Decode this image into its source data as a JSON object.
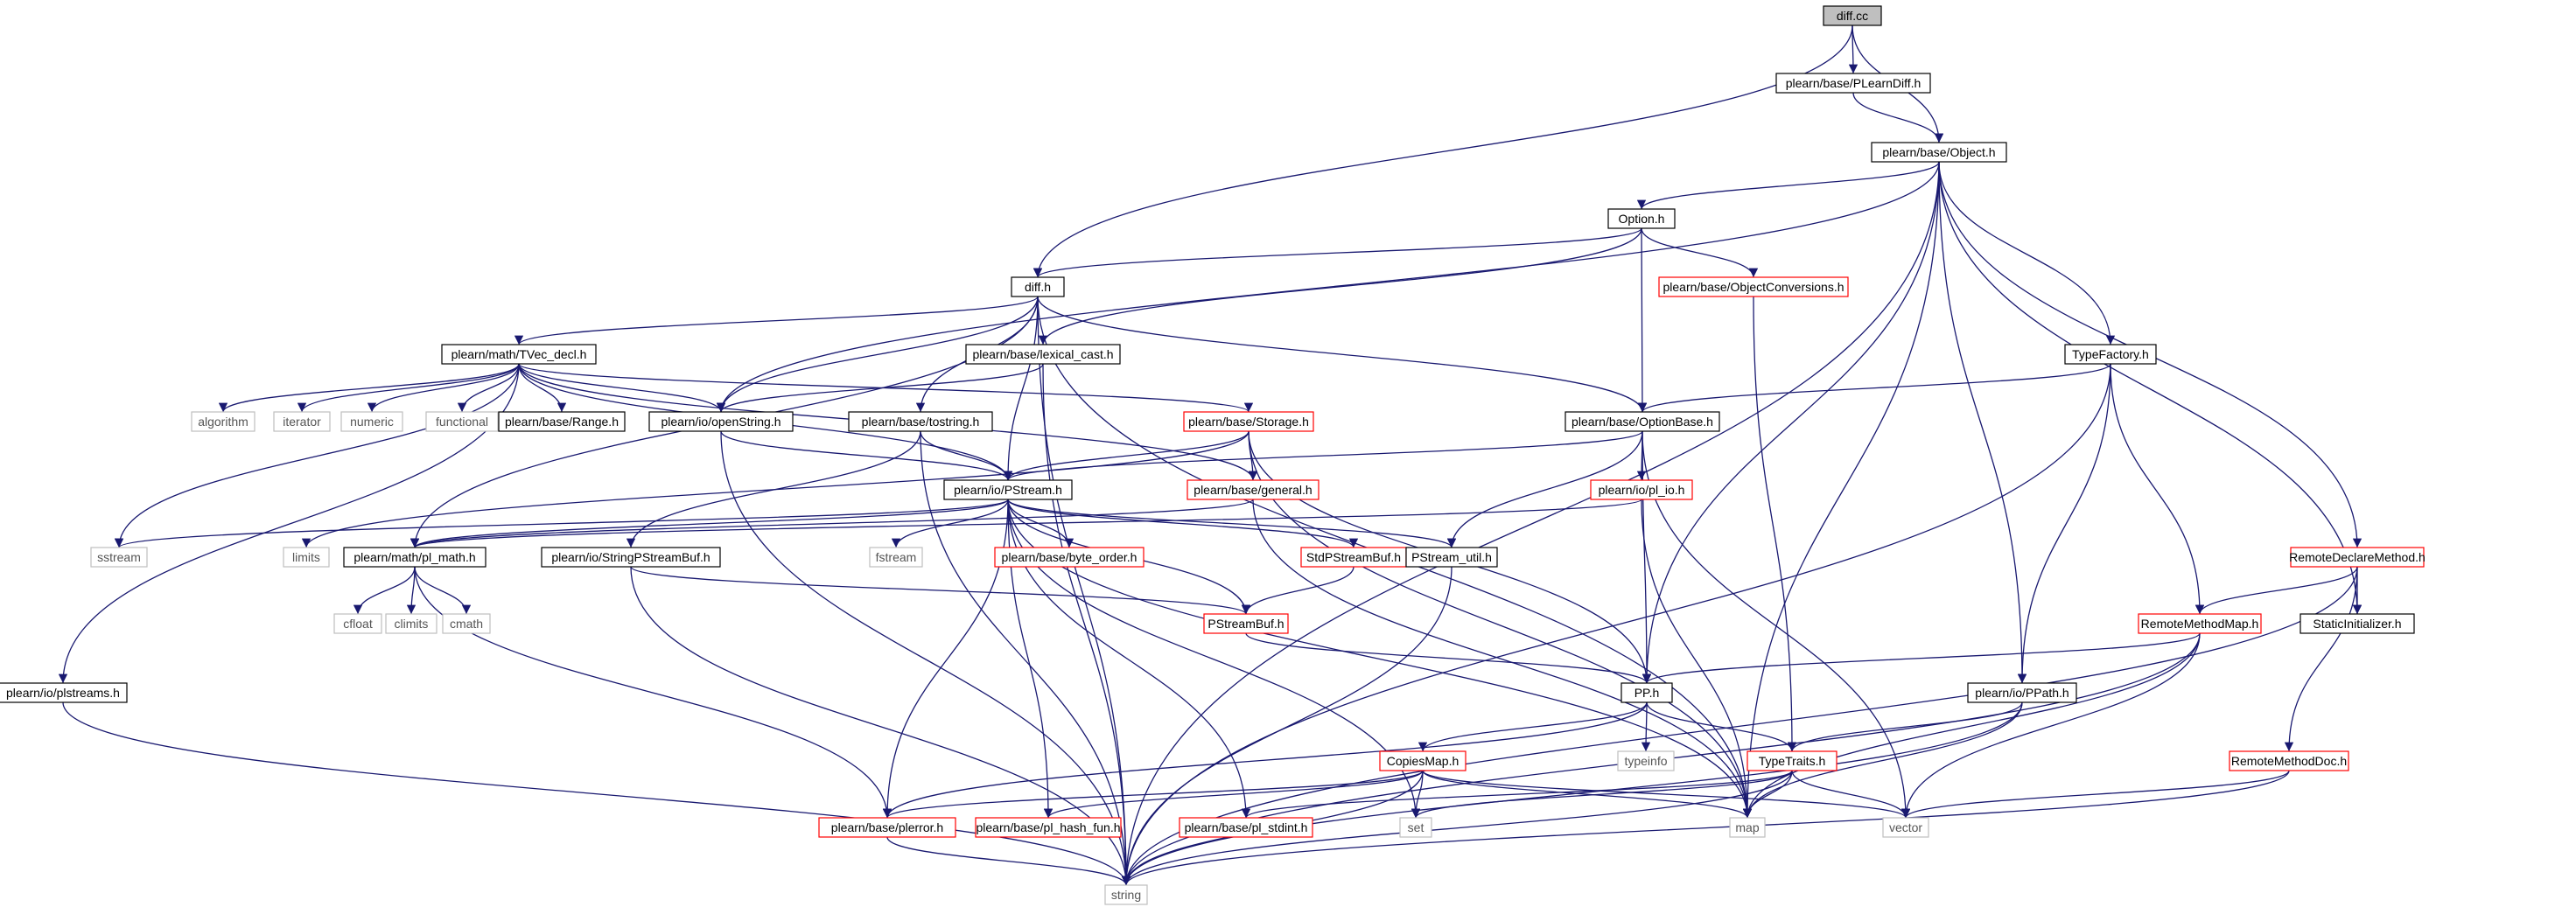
{
  "colors": {
    "edge": "#191970",
    "border_normal": "#000000",
    "border_truncated": "#ff0000",
    "border_system": "#bfbfbf",
    "text_normal": "#000000",
    "text_system": "#555555",
    "fill_root": "#bfbfbf",
    "fill_default": "#ffffff"
  },
  "nodes": [
    {
      "id": "diff_cc",
      "label": "diff.cc",
      "style": "root"
    },
    {
      "id": "plearndiff_h",
      "label": "plearn/base/PLearnDiff.h",
      "style": "normal"
    },
    {
      "id": "object_h",
      "label": "plearn/base/Object.h",
      "style": "normal"
    },
    {
      "id": "option_h",
      "label": "Option.h",
      "style": "normal"
    },
    {
      "id": "objconv_h",
      "label": "plearn/base/ObjectConversions.h",
      "style": "truncated"
    },
    {
      "id": "diff_h",
      "label": "diff.h",
      "style": "normal"
    },
    {
      "id": "tvecdecl_h",
      "label": "plearn/math/TVec_decl.h",
      "style": "normal"
    },
    {
      "id": "lexcast_h",
      "label": "plearn/base/lexical_cast.h",
      "style": "normal"
    },
    {
      "id": "typefactory_h",
      "label": "TypeFactory.h",
      "style": "normal"
    },
    {
      "id": "algorithm",
      "label": "algorithm",
      "style": "system"
    },
    {
      "id": "iterator",
      "label": "iterator",
      "style": "system"
    },
    {
      "id": "numeric",
      "label": "numeric",
      "style": "system"
    },
    {
      "id": "functional",
      "label": "functional",
      "style": "system"
    },
    {
      "id": "range_h",
      "label": "plearn/base/Range.h",
      "style": "normal"
    },
    {
      "id": "openstring_h",
      "label": "plearn/io/openString.h",
      "style": "normal"
    },
    {
      "id": "tostring_h",
      "label": "plearn/base/tostring.h",
      "style": "normal"
    },
    {
      "id": "storage_h",
      "label": "plearn/base/Storage.h",
      "style": "truncated"
    },
    {
      "id": "optionbase_h",
      "label": "plearn/base/OptionBase.h",
      "style": "normal"
    },
    {
      "id": "pstream_h",
      "label": "plearn/io/PStream.h",
      "style": "normal"
    },
    {
      "id": "general_h",
      "label": "plearn/base/general.h",
      "style": "truncated"
    },
    {
      "id": "plio_h",
      "label": "plearn/io/pl_io.h",
      "style": "truncated"
    },
    {
      "id": "sstream",
      "label": "sstream",
      "style": "system"
    },
    {
      "id": "limits",
      "label": "limits",
      "style": "system"
    },
    {
      "id": "plmath_h",
      "label": "plearn/math/pl_math.h",
      "style": "normal"
    },
    {
      "id": "stringpsb_h",
      "label": "plearn/io/StringPStreamBuf.h",
      "style": "normal"
    },
    {
      "id": "fstream",
      "label": "fstream",
      "style": "system"
    },
    {
      "id": "byteorder_h",
      "label": "plearn/base/byte_order.h",
      "style": "truncated"
    },
    {
      "id": "stdpsb_h",
      "label": "StdPStreamBuf.h",
      "style": "truncated"
    },
    {
      "id": "psutil_h",
      "label": "PStream_util.h",
      "style": "normal"
    },
    {
      "id": "remotedecl_h",
      "label": "RemoteDeclareMethod.h",
      "style": "truncated"
    },
    {
      "id": "cfloat",
      "label": "cfloat",
      "style": "system"
    },
    {
      "id": "climits",
      "label": "climits",
      "style": "system"
    },
    {
      "id": "cmath",
      "label": "cmath",
      "style": "system"
    },
    {
      "id": "psb_h",
      "label": "PStreamBuf.h",
      "style": "truncated"
    },
    {
      "id": "remotemap_h",
      "label": "RemoteMethodMap.h",
      "style": "truncated"
    },
    {
      "id": "staticinit_h",
      "label": "StaticInitializer.h",
      "style": "normal"
    },
    {
      "id": "plstreams_h",
      "label": "plearn/io/plstreams.h",
      "style": "normal"
    },
    {
      "id": "pp_h",
      "label": "PP.h",
      "style": "normal"
    },
    {
      "id": "ppath_h",
      "label": "plearn/io/PPath.h",
      "style": "normal"
    },
    {
      "id": "typeinfo",
      "label": "typeinfo",
      "style": "system"
    },
    {
      "id": "copiesmap_h",
      "label": "CopiesMap.h",
      "style": "truncated"
    },
    {
      "id": "typetraits_h",
      "label": "TypeTraits.h",
      "style": "truncated"
    },
    {
      "id": "remotedoc_h",
      "label": "RemoteMethodDoc.h",
      "style": "truncated"
    },
    {
      "id": "plerror_h",
      "label": "plearn/base/plerror.h",
      "style": "truncated"
    },
    {
      "id": "plhash_h",
      "label": "plearn/base/pl_hash_fun.h",
      "style": "truncated"
    },
    {
      "id": "plstdint_h",
      "label": "plearn/base/pl_stdint.h",
      "style": "truncated"
    },
    {
      "id": "set",
      "label": "set",
      "style": "system"
    },
    {
      "id": "map",
      "label": "map",
      "style": "system"
    },
    {
      "id": "vector",
      "label": "vector",
      "style": "system"
    },
    {
      "id": "string",
      "label": "string",
      "style": "system"
    }
  ],
  "edges": [
    [
      "diff_cc",
      "plearndiff_h"
    ],
    [
      "diff_cc",
      "object_h"
    ],
    [
      "diff_cc",
      "diff_h"
    ],
    [
      "plearndiff_h",
      "object_h"
    ],
    [
      "object_h",
      "option_h"
    ],
    [
      "object_h",
      "typefactory_h"
    ],
    [
      "object_h",
      "openstring_h"
    ],
    [
      "object_h",
      "pp_h"
    ],
    [
      "object_h",
      "ppath_h"
    ],
    [
      "object_h",
      "staticinit_h"
    ],
    [
      "object_h",
      "remotedecl_h"
    ],
    [
      "object_h",
      "map"
    ],
    [
      "object_h",
      "string"
    ],
    [
      "option_h",
      "diff_h"
    ],
    [
      "option_h",
      "lexcast_h"
    ],
    [
      "option_h",
      "objconv_h"
    ],
    [
      "option_h",
      "optionbase_h"
    ],
    [
      "objconv_h",
      "typetraits_h"
    ],
    [
      "diff_h",
      "tvecdecl_h"
    ],
    [
      "diff_h",
      "openstring_h"
    ],
    [
      "diff_h",
      "tostring_h"
    ],
    [
      "diff_h",
      "pstream_h"
    ],
    [
      "diff_h",
      "optionbase_h"
    ],
    [
      "diff_h",
      "plmath_h"
    ],
    [
      "diff_h",
      "map"
    ],
    [
      "diff_h",
      "string"
    ],
    [
      "tvecdecl_h",
      "algorithm"
    ],
    [
      "tvecdecl_h",
      "iterator"
    ],
    [
      "tvecdecl_h",
      "numeric"
    ],
    [
      "tvecdecl_h",
      "functional"
    ],
    [
      "tvecdecl_h",
      "range_h"
    ],
    [
      "tvecdecl_h",
      "openstring_h"
    ],
    [
      "tvecdecl_h",
      "storage_h"
    ],
    [
      "tvecdecl_h",
      "pstream_h"
    ],
    [
      "tvecdecl_h",
      "general_h"
    ],
    [
      "tvecdecl_h",
      "sstream"
    ],
    [
      "tvecdecl_h",
      "plstreams_h"
    ],
    [
      "lexcast_h",
      "openstring_h"
    ],
    [
      "lexcast_h",
      "string"
    ],
    [
      "typefactory_h",
      "optionbase_h"
    ],
    [
      "typefactory_h",
      "ppath_h"
    ],
    [
      "typefactory_h",
      "remotemap_h"
    ],
    [
      "typefactory_h",
      "string"
    ],
    [
      "openstring_h",
      "pstream_h"
    ],
    [
      "openstring_h",
      "string"
    ],
    [
      "tostring_h",
      "pstream_h"
    ],
    [
      "tostring_h",
      "stringpsb_h"
    ],
    [
      "tostring_h",
      "string"
    ],
    [
      "storage_h",
      "pstream_h"
    ],
    [
      "storage_h",
      "general_h"
    ],
    [
      "storage_h",
      "pp_h"
    ],
    [
      "storage_h",
      "map"
    ],
    [
      "storage_h",
      "limits"
    ],
    [
      "optionbase_h",
      "pstream_h"
    ],
    [
      "optionbase_h",
      "plio_h"
    ],
    [
      "optionbase_h",
      "psutil_h"
    ],
    [
      "optionbase_h",
      "pp_h"
    ],
    [
      "optionbase_h",
      "vector"
    ],
    [
      "pstream_h",
      "sstream"
    ],
    [
      "pstream_h",
      "fstream"
    ],
    [
      "pstream_h",
      "byteorder_h"
    ],
    [
      "pstream_h",
      "stdpsb_h"
    ],
    [
      "pstream_h",
      "psutil_h"
    ],
    [
      "pstream_h",
      "psb_h"
    ],
    [
      "pstream_h",
      "plerror_h"
    ],
    [
      "pstream_h",
      "plhash_h"
    ],
    [
      "pstream_h",
      "plstdint_h"
    ],
    [
      "pstream_h",
      "set"
    ],
    [
      "pstream_h",
      "map"
    ],
    [
      "pstream_h",
      "plmath_h"
    ],
    [
      "general_h",
      "plmath_h"
    ],
    [
      "general_h",
      "map"
    ],
    [
      "plio_h",
      "plmath_h"
    ],
    [
      "plio_h",
      "map"
    ],
    [
      "plmath_h",
      "cfloat"
    ],
    [
      "plmath_h",
      "climits"
    ],
    [
      "plmath_h",
      "cmath"
    ],
    [
      "plmath_h",
      "plerror_h"
    ],
    [
      "stringpsb_h",
      "psb_h"
    ],
    [
      "stringpsb_h",
      "string"
    ],
    [
      "stdpsb_h",
      "psb_h"
    ],
    [
      "psutil_h",
      "string"
    ],
    [
      "psb_h",
      "pp_h"
    ],
    [
      "remotedecl_h",
      "remotemap_h"
    ],
    [
      "remotedecl_h",
      "staticinit_h"
    ],
    [
      "remotedecl_h",
      "remotedoc_h"
    ],
    [
      "remotedecl_h",
      "string"
    ],
    [
      "remotemap_h",
      "pp_h"
    ],
    [
      "remotemap_h",
      "map"
    ],
    [
      "remotemap_h",
      "string"
    ],
    [
      "remotemap_h",
      "vector"
    ],
    [
      "plstreams_h",
      "string"
    ],
    [
      "pp_h",
      "typeinfo"
    ],
    [
      "pp_h",
      "copiesmap_h"
    ],
    [
      "pp_h",
      "typetraits_h"
    ],
    [
      "pp_h",
      "plerror_h"
    ],
    [
      "ppath_h",
      "typetraits_h"
    ],
    [
      "ppath_h",
      "map"
    ],
    [
      "ppath_h",
      "string"
    ],
    [
      "copiesmap_h",
      "plerror_h"
    ],
    [
      "copiesmap_h",
      "plhash_h"
    ],
    [
      "copiesmap_h",
      "set"
    ],
    [
      "copiesmap_h",
      "map"
    ],
    [
      "copiesmap_h",
      "vector"
    ],
    [
      "copiesmap_h",
      "string"
    ],
    [
      "typetraits_h",
      "plstdint_h"
    ],
    [
      "typetraits_h",
      "set"
    ],
    [
      "typetraits_h",
      "map"
    ],
    [
      "typetraits_h",
      "vector"
    ],
    [
      "typetraits_h",
      "string"
    ],
    [
      "remotedoc_h",
      "vector"
    ],
    [
      "remotedoc_h",
      "string"
    ],
    [
      "plerror_h",
      "string"
    ]
  ]
}
